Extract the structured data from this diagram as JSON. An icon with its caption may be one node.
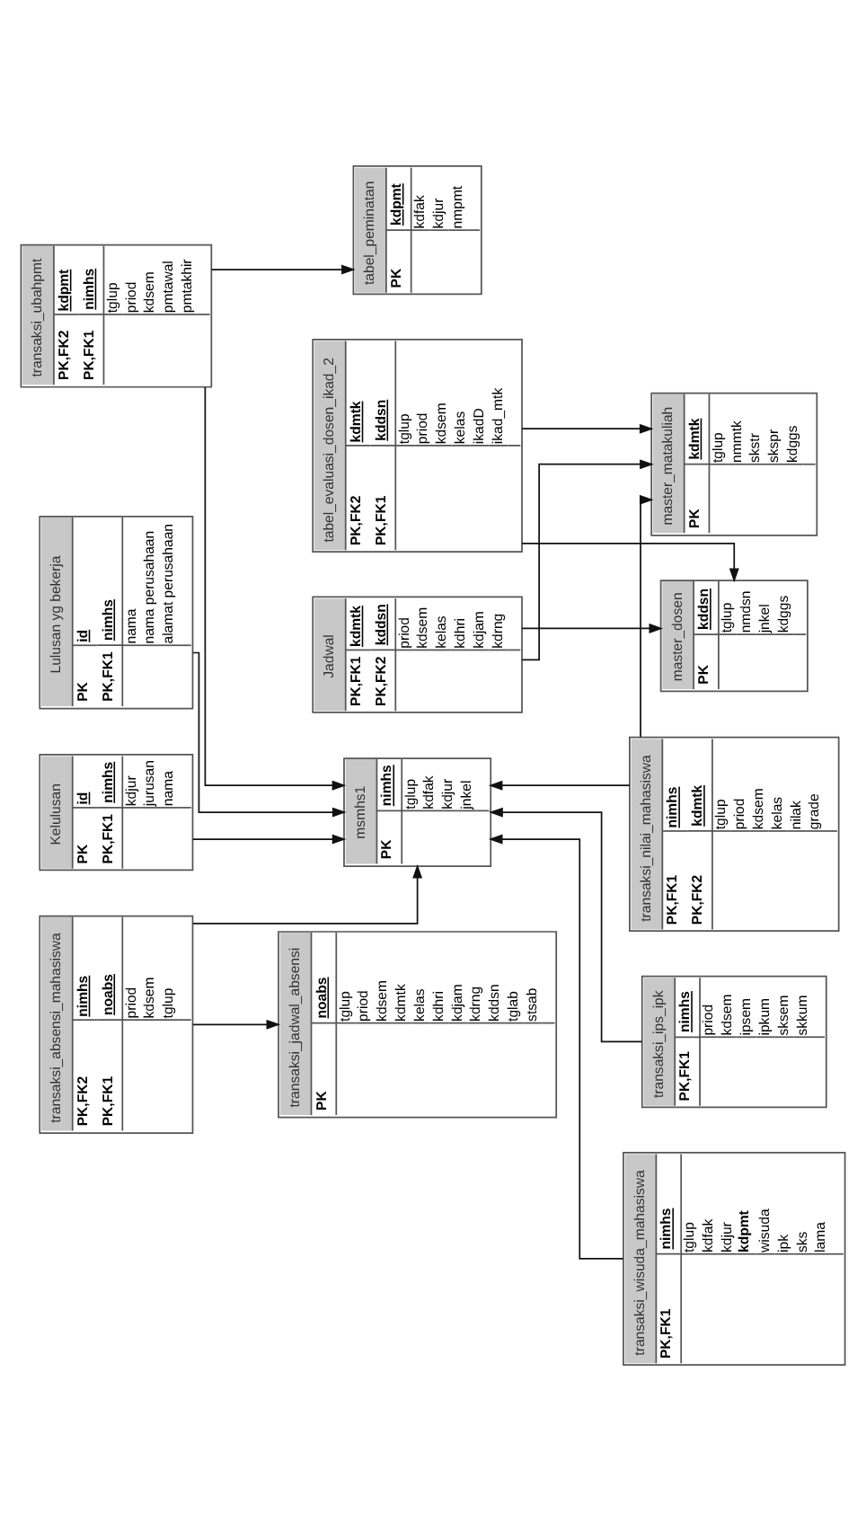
{
  "diagram": {
    "nodes": [
      {
        "text": [
          "transaksi_absensi_mahasiswa",
          "PK,FK2",
          "nimhs",
          "PK,FK1",
          "noabs",
          "priod",
          "kdsem",
          "tglup"
        ]
      },
      {
        "text": [
          "transaksi_jadwal_absensi",
          "PK",
          "noabs",
          "tglup",
          "priod",
          "kdsem",
          "kdmtk",
          "kelas",
          "kdhri",
          "kdjam",
          "kdrng",
          "kddsn",
          "tglab",
          "stsab"
        ]
      },
      {
        "text": [
          "Kelulusan",
          "PK",
          "id",
          "PK,FK1",
          "nimhs",
          "kdjur",
          "jurusan",
          "nama"
        ]
      },
      {
        "text": [
          "Lulusan yg bekerja",
          "PK",
          "id",
          "PK,FK1",
          "nimhs",
          "nama",
          "nama perusahaan",
          "alamat perusahaan"
        ]
      },
      {
        "text": [
          "tabel_peminatan",
          "PK",
          "kdpmt",
          "kdfak",
          "kdjur",
          "nmpmt"
        ]
      },
      {
        "text": [
          "tabel_evaluasi_dosen_ikad_2",
          "PK,FK2",
          "kdmtk",
          "PK,FK1",
          "kddsn",
          "tglup",
          "priod",
          "kdsem",
          "kelas",
          "ikadD",
          "ikad_mtk"
        ]
      },
      {
        "text": [
          "msmhs1",
          "PK",
          "nimhs",
          "tglup",
          "kdfak",
          "kdjur",
          "jnkel"
        ]
      },
      {
        "text": [
          "transaksi_ubahpmt",
          "PK,FK2",
          "kdpmt",
          "PK,FK1",
          "nimhs",
          "tglup",
          "priod",
          "kdsem",
          "pmtawal",
          "pmtakhir"
        ]
      },
      {
        "text": [
          "transaksi_wisuda_mahasiswa",
          "PK,FK1",
          "nimhs",
          "tglup",
          "kdfak",
          "kdjur",
          "kdpmt",
          "wisuda",
          "ipk",
          "sks",
          "lama"
        ]
      },
      {
        "text": [
          "transaksi_ips_ipk",
          "PK,FK1",
          "nimhs",
          "priod",
          "kdsem",
          "ipsem",
          "ipkum",
          "sksem",
          "skkum"
        ]
      },
      {
        "text": [
          "transaksi_nilai_mahasiswa",
          "PK,FK1",
          "nimhs",
          "PK,FK2",
          "kdmtk",
          "tglup",
          "priod",
          "kdsem",
          "kelas",
          "nilak",
          "grade"
        ]
      },
      {
        "text": [
          "master_matakuliah",
          "PK",
          "kdmtk",
          "tglup",
          "nmmtk",
          "skstr",
          "skspr",
          "kdggs"
        ]
      },
      {
        "text": [
          "Jadwal",
          "PK,FK1",
          "kdmtk",
          "PK,FK2",
          "kddsn",
          "priod",
          "kdsem",
          "kelas",
          "kdhri",
          "kdjam",
          "kdrng"
        ]
      },
      {
        "text": [
          "master_dosen",
          "PK",
          "kddsn",
          "tglup",
          "nmdsn",
          "jnkel",
          "kdggs"
        ]
      }
    ],
    "edges": [
      {
        "from": 0,
        "to": 1,
        "arrow": "to"
      },
      {
        "from": 0,
        "to": 6,
        "arrow": "to"
      },
      {
        "from": 2,
        "to": 6,
        "arrow": "to"
      },
      {
        "from": 3,
        "to": 6,
        "arrow": "to"
      },
      {
        "from": 7,
        "to": 6,
        "arrow": "to"
      },
      {
        "from": 7,
        "to": 4,
        "arrow": "to"
      },
      {
        "from": 8,
        "to": 6,
        "arrow": "to"
      },
      {
        "from": 9,
        "to": 6,
        "arrow": "to"
      },
      {
        "from": 10,
        "to": 6,
        "arrow": "to"
      },
      {
        "from": 10,
        "to": 11,
        "arrow": "to"
      },
      {
        "from": 5,
        "to": 13,
        "arrow": "to"
      },
      {
        "from": 5,
        "to": 11,
        "arrow": "to"
      },
      {
        "from": 12,
        "to": 13,
        "arrow": "to"
      },
      {
        "from": 12,
        "to": 11,
        "arrow": "to"
      }
    ]
  }
}
